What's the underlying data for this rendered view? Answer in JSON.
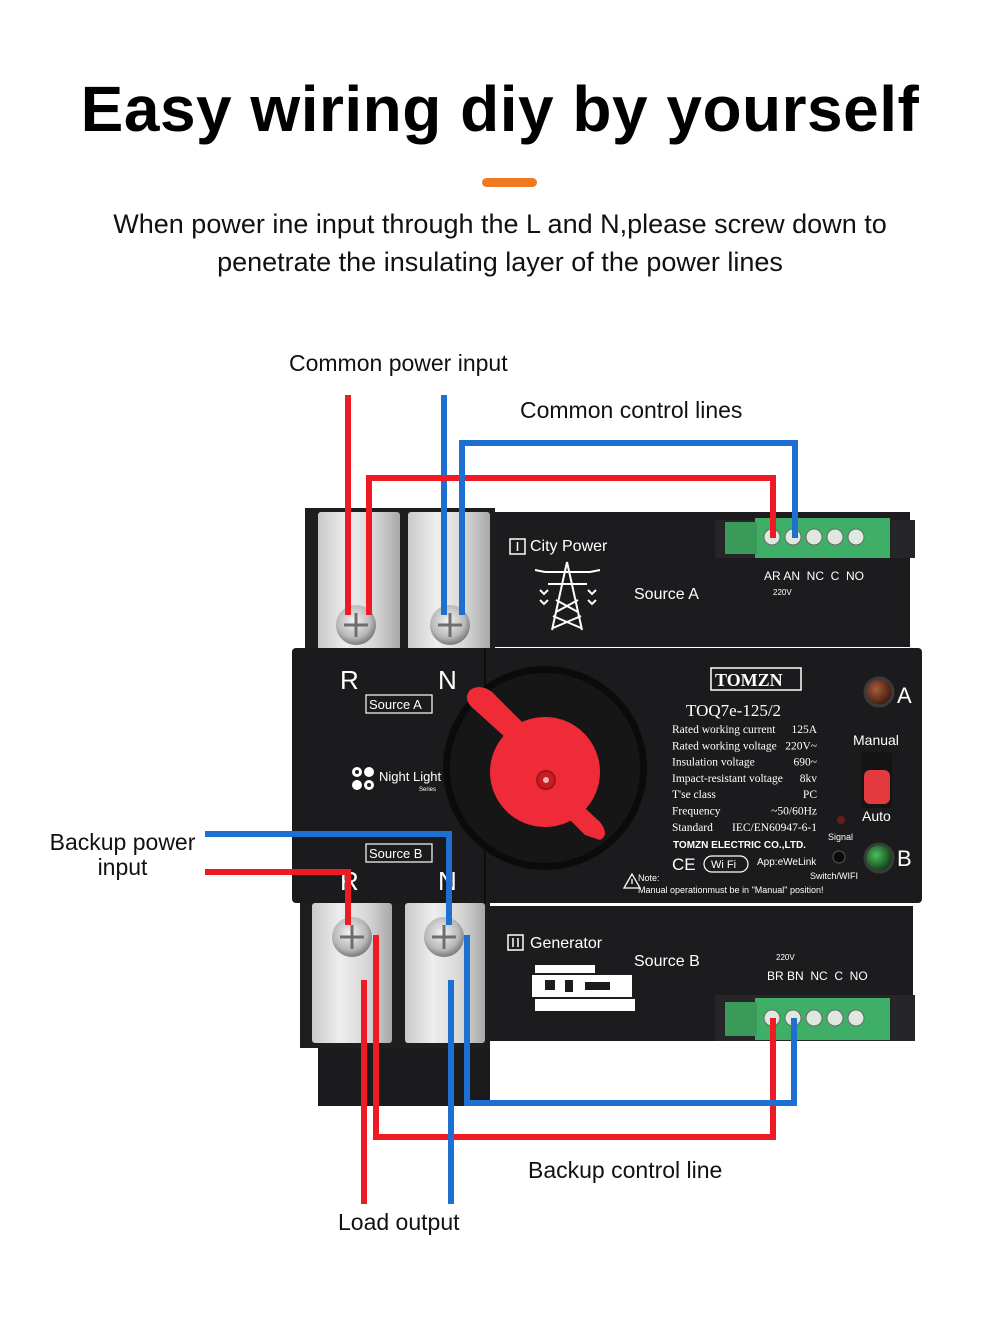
{
  "header": {
    "title": "Easy wiring diy by yourself",
    "subtitle_line1": "When power ine input through the L and N,please screw down to",
    "subtitle_line2": "penetrate the insulating layer of the power lines"
  },
  "labels": {
    "common_power_input": "Common power input",
    "common_control_lines": "Common control lines",
    "backup_power_input_line1": "Backup power",
    "backup_power_input_line2": "input",
    "backup_control_line": "Backup control line",
    "load_output": "Load output"
  },
  "device": {
    "top_terminal_R": "R",
    "top_terminal_N": "N",
    "source_a_tag": "Source A",
    "source_b_tag": "Source B",
    "bottom_terminal_R": "R",
    "bottom_terminal_N": "N",
    "night_light": "Night Light",
    "night_light_series": "Series",
    "city_power": "City Power",
    "source_a": "Source A",
    "generator": "Generator",
    "source_b": "Source B",
    "top_terminal_labels": "AR AN  NC  C  NO",
    "top_voltage": "220V",
    "bottom_voltage": "220V",
    "bottom_terminal_labels": "BR BN  NC  C  NO",
    "brand": "TOMZN",
    "model": "TOQ7e-125/2",
    "specs": [
      {
        "k": "Rated working current",
        "v": "125A"
      },
      {
        "k": "Rated working voltage",
        "v": "220V~"
      },
      {
        "k": "Insulation voltage",
        "v": "690~"
      },
      {
        "k": "Impact-resistant voltage",
        "v": "8kv"
      },
      {
        "k": "T'se class",
        "v": "PC"
      },
      {
        "k": "Frequency",
        "v": "~50/60Hz"
      },
      {
        "k": "Standard",
        "v": "IEC/EN60947-6-1"
      }
    ],
    "company": "TOMZN ELECTRIC CO.,LTD.",
    "ce_mark": "CE",
    "wifi_badge": "Wi Fi",
    "app": "App:eWeLink",
    "switch_wifi": "Switch/WIFI",
    "note_label": "Note:",
    "note_text": "Manual operationmust be in \"Manual\" position!",
    "indicator_a": "A",
    "indicator_b": "B",
    "manual": "Manual",
    "auto": "Auto",
    "signal": "Signal"
  },
  "colors": {
    "accent": "#f07a22",
    "wire_red": "#ee1b24",
    "wire_blue": "#1e6fd0",
    "handle_red": "#ee2b36",
    "terminal_green": "#3fae66",
    "body": "#1b1b1d"
  }
}
